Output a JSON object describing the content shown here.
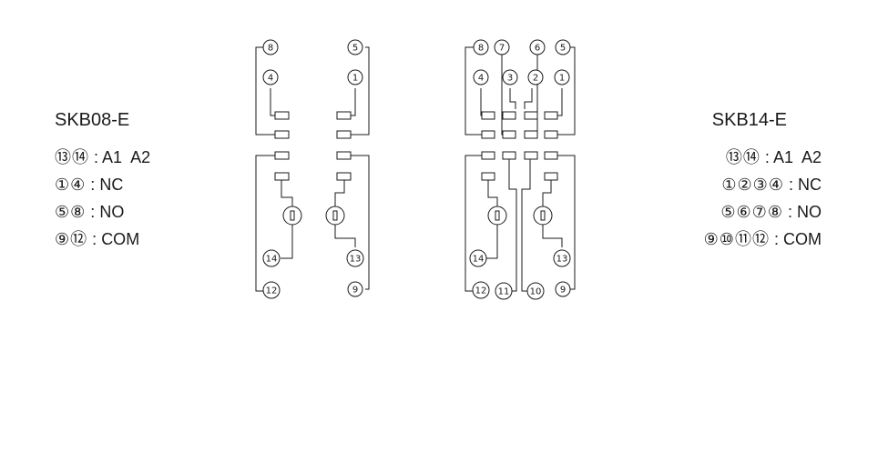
{
  "sockets": [
    {
      "model": "SKB08-E",
      "legend": [
        {
          "pins": "⑬⑭",
          "sep": ":",
          "func": "A1  A2"
        },
        {
          "pins": "①④",
          "sep": ":",
          "func": "NC"
        },
        {
          "pins": "⑤⑧",
          "sep": ":",
          "func": "NO"
        },
        {
          "pins": "⑨⑫",
          "sep": ":",
          "func": "COM"
        }
      ]
    },
    {
      "model": "SKB14-E",
      "legend": [
        {
          "pins": "⑬⑭",
          "sep": ":",
          "func": "A1  A2"
        },
        {
          "pins": "①②③④",
          "sep": ":",
          "func": "NC"
        },
        {
          "pins": "⑤⑥⑦⑧",
          "sep": ":",
          "func": "NO"
        },
        {
          "pins": "⑨⑩⑪⑫",
          "sep": ":",
          "func": "COM"
        }
      ]
    }
  ],
  "pins": {
    "p1": "1",
    "p2": "2",
    "p3": "3",
    "p4": "4",
    "p5": "5",
    "p6": "6",
    "p7": "7",
    "p8": "8",
    "p9": "9",
    "p10": "10",
    "p11": "11",
    "p12": "12",
    "p13": "13",
    "p14": "14"
  }
}
